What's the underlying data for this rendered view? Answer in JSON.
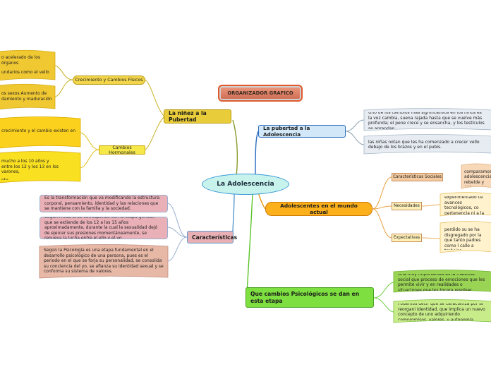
{
  "central": "La Adolescencia",
  "organizer": "ORGANIZADOR GRAFICO",
  "branches": {
    "ninez": "La niñez a la Pubertad",
    "pubertad": "La pubertad a la Adolescencia",
    "caracteristicas": "Características",
    "mundo": "Adolescentes en el mundo actual",
    "psico": "Que cambios Psicológicos se dan en esta etapa"
  },
  "ninez": {
    "crecimiento_label": "Crecimiento y Cambios Físicos",
    "hormonales_label": "Cambios Hormonales",
    "crec_lines": [
      "o acelerado de los órganos",
      "undarios como el vello"
    ],
    "crec2_lines": [
      "os sexos Aumento de",
      "damiento y maduración"
    ],
    "horm1_lines": [
      "crecimiento y el cambio existen en"
    ],
    "horm2_lines": [
      "mucho a los 10 años y",
      "entre los 12 y los 13 en los varones,",
      "",
      "nto"
    ]
  },
  "pubertad": {
    "text1": "Uno de los cambios mas significativos en los niños es la voz cambia, suena rajada hasta que se vuelve más profunda; el pene crece y se ensancha, y los testículos se agrandan",
    "text2": "las niñas notan que les ha comenzado a crecer vello debajo de los brazos y en el pubis."
  },
  "caracteristicas": {
    "text1": "Es la transformación que va modificando la estructura corporal, pensamiento, identidad y las relaciones que se mantiene con la familia y la sociedad.",
    "text2": "Según Freud la se corresponde con la etapa genital, que se extiende de los 12 a los 15 años aproximadamente, durante la cual la sexualidad dejó de ejercer sus presiones momentáneamente, se renueva la lucha entre el ello y el yo.",
    "text3": "Según la Psicología es una etapa fundamental en el desarrollo psicológico de una persona, pues es el periodo en el que se forja su personalidad, se consolida su conciencia del yo, se afianza su identidad sexual y se conforma su sistema de valores."
  },
  "mundo": {
    "sociales_label": "Características Sociales",
    "necesidades_label": "Necesidades",
    "expectativas_label": "Expectativas",
    "sociales_text": "Si comparamos adolescencia rebelde y con",
    "necesidades_text": "Se ha experimentado ce avances tecnológicos, co pertenencia ni a la infanc",
    "expectativas_text": "La familia ha perdido su se ha disgregado por la que tanto padres como l calle a trabajar,"
  },
  "psico": {
    "text1": "Una muy importantes es la madurez social que proceso de emociones que les permite vivir y en realidades o situaciones que les tocara resolver.",
    "text2": "Podemos decir que se caracteriza por la reorgani identidad, que implica un nuevo concepto de uno adquiriendo compromisos, valores, y autonomía"
  }
}
